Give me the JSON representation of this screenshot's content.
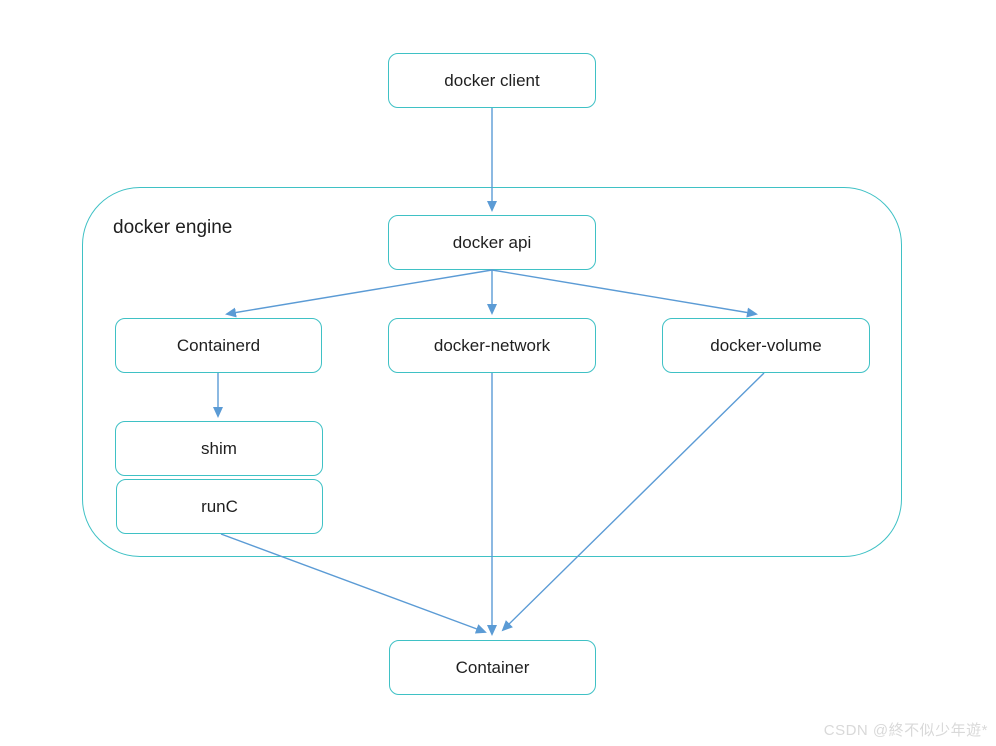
{
  "diagram": {
    "type": "flowchart",
    "nodes": {
      "docker_client": {
        "label": "docker client"
      },
      "docker_engine": {
        "label": "docker engine"
      },
      "docker_api": {
        "label": "docker api"
      },
      "containerd": {
        "label": "Containerd"
      },
      "docker_network": {
        "label": "docker-network"
      },
      "docker_volume": {
        "label": "docker-volume"
      },
      "shim": {
        "label": "shim"
      },
      "runc": {
        "label": "runC"
      },
      "container": {
        "label": "Container"
      }
    },
    "edges": [
      {
        "from": "docker client",
        "to": "docker api"
      },
      {
        "from": "docker api",
        "to": "Containerd"
      },
      {
        "from": "docker api",
        "to": "docker-network"
      },
      {
        "from": "docker api",
        "to": "docker-volume"
      },
      {
        "from": "Containerd",
        "to": "shim"
      },
      {
        "from": "docker-network",
        "to": "Container"
      },
      {
        "from": "runC",
        "to": "Container"
      },
      {
        "from": "docker-volume",
        "to": "Container"
      }
    ],
    "containment": [
      {
        "parent": "docker engine",
        "children": [
          "docker api",
          "Containerd",
          "docker-network",
          "docker-volume",
          "shim",
          "runC"
        ]
      }
    ],
    "colors": {
      "node_border": "#3fc1c5",
      "arrow": "#5b9bd5",
      "text": "#1f1f1f",
      "watermark": "#d9d9d9",
      "background": "#ffffff"
    }
  },
  "watermark": {
    "text": "CSDN @終不似少年遊*"
  }
}
